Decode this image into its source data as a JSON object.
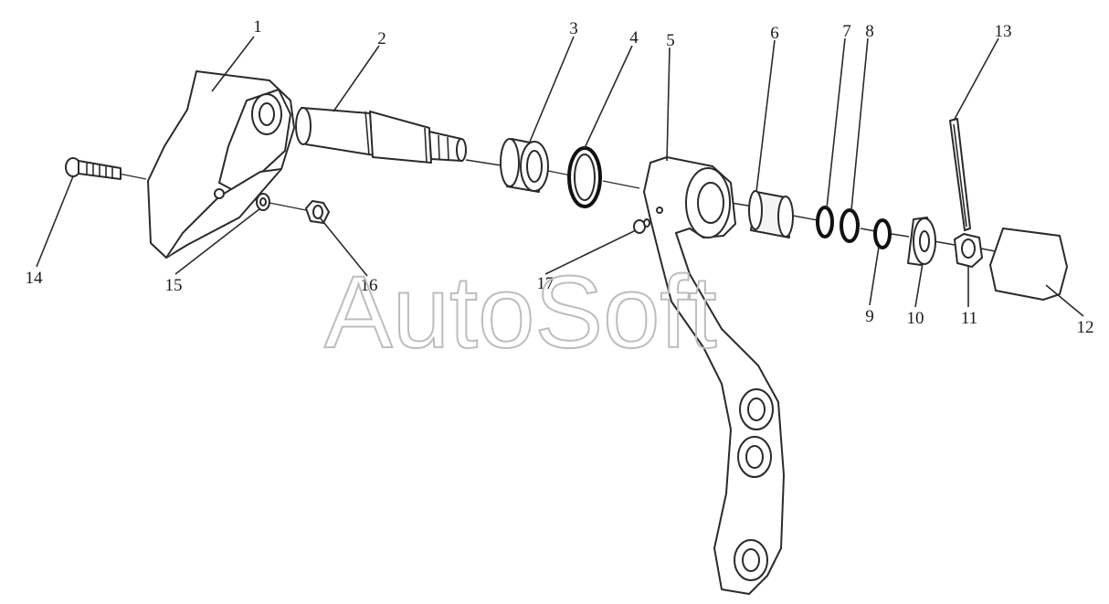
{
  "diagram": {
    "watermark": "AutoSoft",
    "callouts": [
      "1",
      "2",
      "3",
      "4",
      "5",
      "6",
      "7",
      "8",
      "9",
      "10",
      "11",
      "12",
      "13",
      "14",
      "15",
      "16",
      "17"
    ]
  }
}
